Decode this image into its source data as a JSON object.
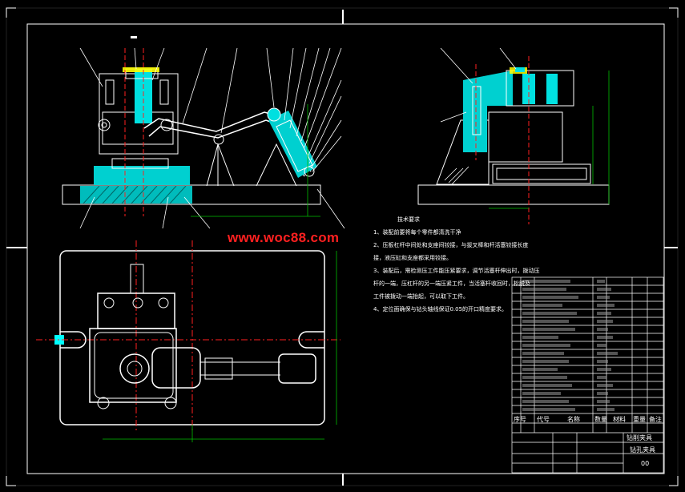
{
  "watermark": "www.woc88.com",
  "tech_requirements": {
    "title": "技术要求",
    "lines": [
      "1、装配前要将每个零件都清洗干净",
      "2、压板杠杆中间处和支座间铰接，与拔叉棒和杆活塞铰接长度",
      "接，液压缸和支座都采用铰接。",
      "3、装配后，需检测压工件能压紧要求，调节活塞杆伸出时，拨动压",
      "杆的一端，压杠杆的另一端压紧工件，当活塞杆收回时，松脱及",
      "工件被拨动一端抬起，可以取下工件。",
      "4、定位面确保与钻头轴线保证0.05的开口精度要求。"
    ]
  },
  "title_block": {
    "headers": {
      "no": "序号",
      "code": "代号",
      "name": "名称",
      "qty": "数量",
      "material": "材料",
      "weight": "重量",
      "remarks": "备注"
    },
    "drawing_title": "钻削夹具",
    "school_label": "钻孔夹具",
    "sheet": "00"
  },
  "colors": {
    "background": "#000000",
    "line": "#ffffff",
    "cyan": "#00ffff",
    "green": "#00c000",
    "red": "#ff2020",
    "yellow": "#ffff00"
  }
}
